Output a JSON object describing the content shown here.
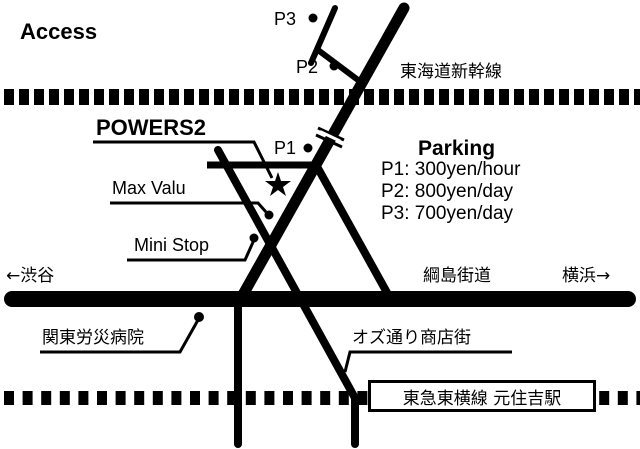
{
  "title": "Access",
  "building": "POWERS2",
  "parking": {
    "heading": "Parking",
    "items": [
      "P1: 300yen/hour",
      "P2: 800yen/day",
      "P3: 700yen/day"
    ]
  },
  "markers": {
    "p1": "P1",
    "p2": "P2",
    "p3": "P3"
  },
  "landmarks": {
    "max_valu": "Max Valu",
    "mini_stop": "Mini Stop",
    "hospital": "関東労災病院",
    "oz_street": "オズ通り商店街"
  },
  "roads": {
    "shinkansen": "東海道新幹線",
    "tsunashima": "綱島街道",
    "shibuya": "←渋谷",
    "yokohama": "横浜→"
  },
  "station": "東急東横線 元住吉駅"
}
